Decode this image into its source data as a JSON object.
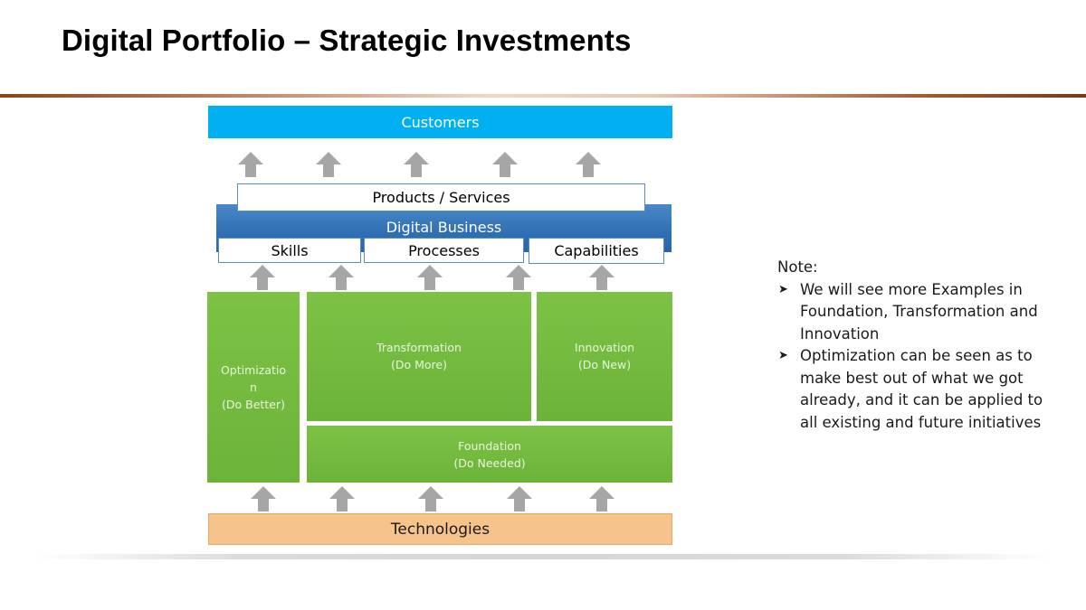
{
  "slide": {
    "title": "Digital Portfolio – Strategic Investments"
  },
  "diagram": {
    "customers": "Customers",
    "products_services": "Products / Services",
    "digital_business": "Digital Business",
    "skills": "Skills",
    "processes": "Processes",
    "capabilities": "Capabilities",
    "optimization": {
      "line1": "Optimizatio",
      "line2": "n",
      "line3": "(Do Better)"
    },
    "transformation": {
      "line1": "Transformation",
      "line2": "(Do More)"
    },
    "innovation": {
      "line1": "Innovation",
      "line2": "(Do New)"
    },
    "foundation": {
      "line1": "Foundation",
      "line2": "(Do Needed)"
    },
    "technologies": "Technologies",
    "arrow_icon": "up-arrow-icon",
    "colors": {
      "customers": "#00b0f0",
      "digital_business": "#2f6fb3",
      "green_blocks": "#70b63c",
      "technologies": "#f6c38c",
      "arrows": "#a6a6a6"
    }
  },
  "note": {
    "heading": "Note:",
    "bullet_icon": "arrowhead-bullet-icon",
    "items": [
      "We will see more Examples in Foundation, Transformation and Innovation",
      "Optimization can be seen as to make best out of what we got already, and it can be applied to all existing and future initiatives"
    ]
  }
}
